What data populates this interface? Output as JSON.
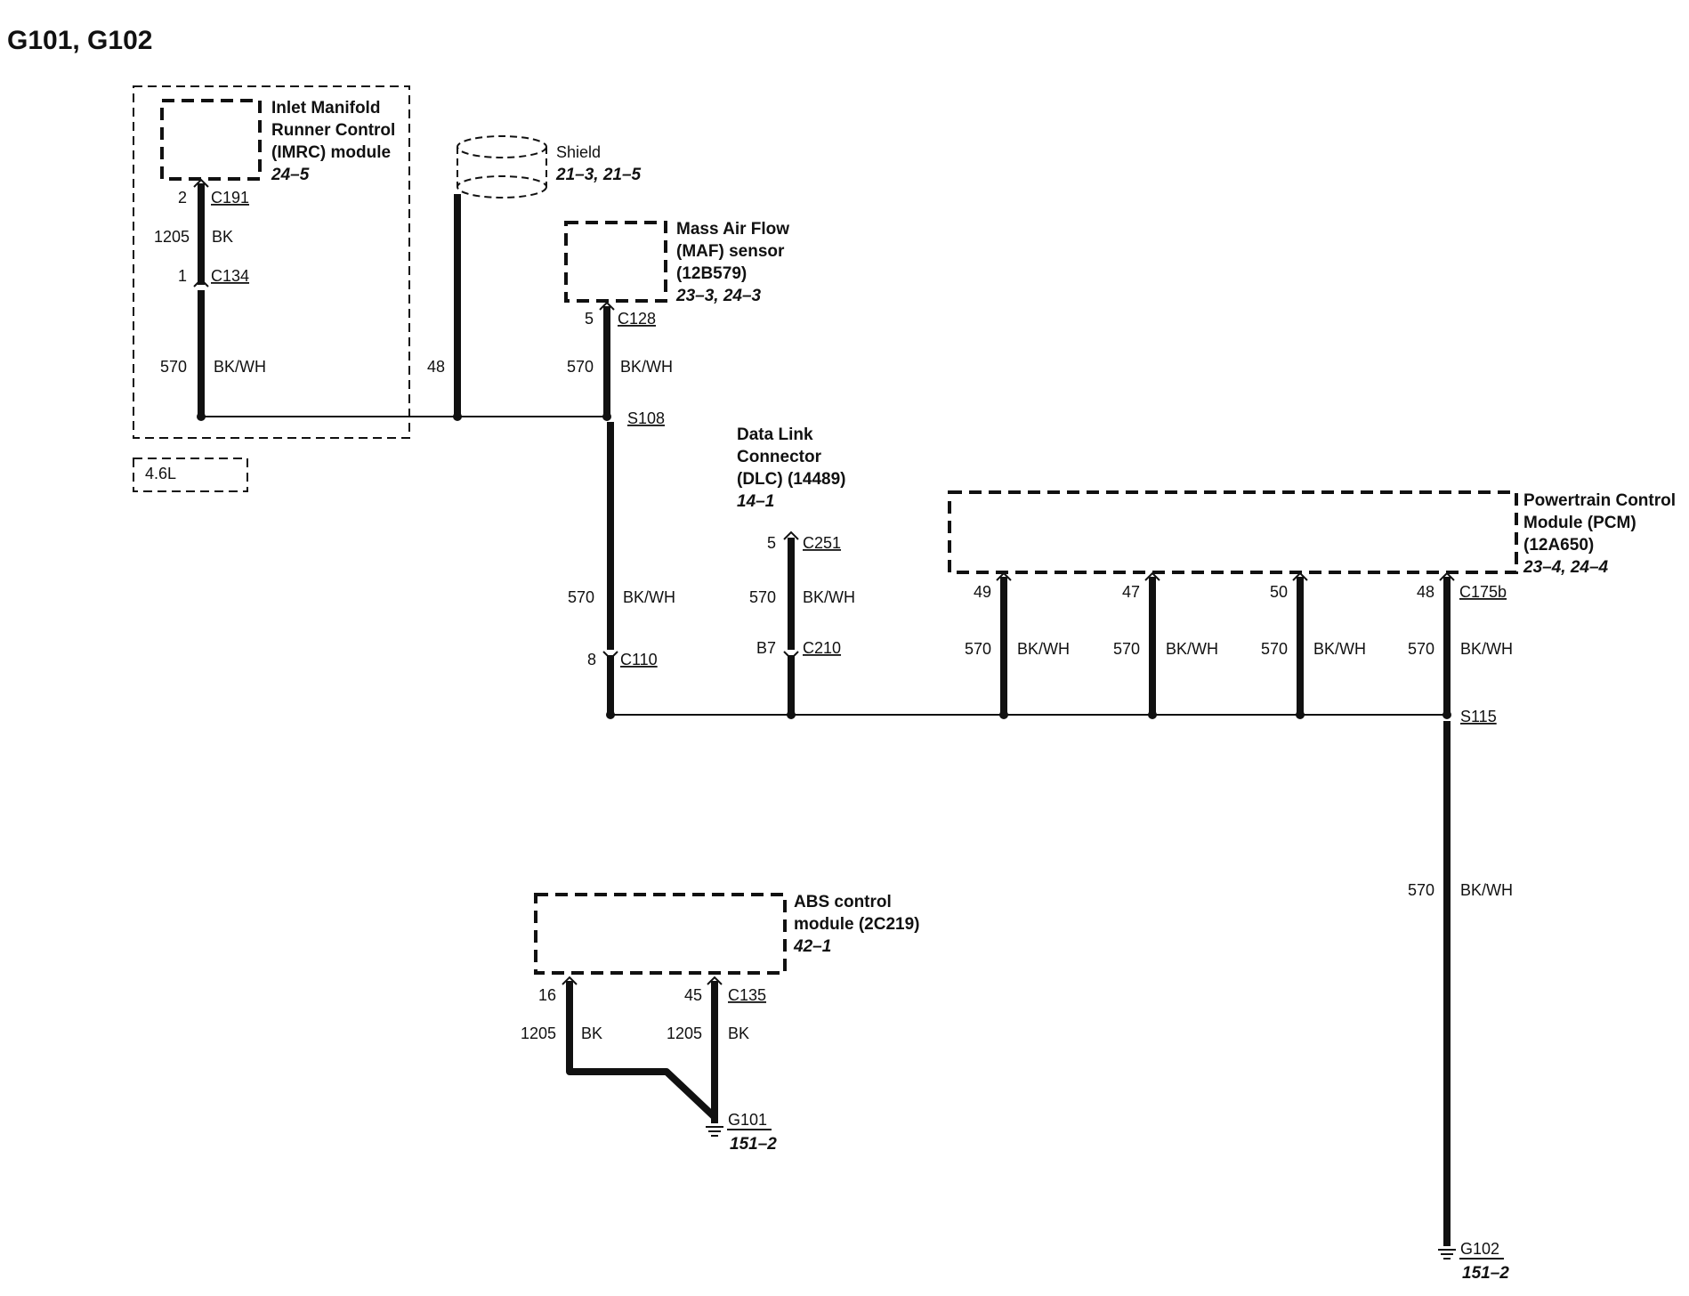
{
  "title": "G101, G102",
  "engine_box": "4.6L",
  "components": {
    "imrc": {
      "name_lines": [
        "Inlet Manifold",
        "Runner Control",
        "(IMRC) module"
      ],
      "ref": "24–5"
    },
    "shield": {
      "name": "Shield",
      "ref": "21–3, 21–5"
    },
    "maf": {
      "name_lines": [
        "Mass Air Flow",
        "(MAF) sensor",
        "(12B579)"
      ],
      "ref": "23–3, 24–3"
    },
    "dlc": {
      "name_lines": [
        "Data Link",
        "Connector",
        "(DLC) (14489)"
      ],
      "ref": "14–1"
    },
    "pcm": {
      "name_lines": [
        "Powertrain Control",
        "Module (PCM)",
        "(12A650)"
      ],
      "ref": "23–4, 24–4"
    },
    "abs": {
      "name_lines": [
        "ABS control",
        "module (2C219)"
      ],
      "ref": "42–1"
    }
  },
  "connectors": {
    "c191": {
      "pin": "2",
      "id": "C191"
    },
    "c134": {
      "pin": "1",
      "id": "C134"
    },
    "c128": {
      "pin": "5",
      "id": "C128"
    },
    "c251": {
      "pin": "5",
      "id": "C251"
    },
    "c210": {
      "pin": "B7",
      "id": "C210"
    },
    "c110": {
      "pin": "8",
      "id": "C110"
    },
    "c175b": {
      "pins": [
        "49",
        "47",
        "50",
        "48"
      ],
      "id": "C175b"
    },
    "c135": {
      "pins": [
        "16",
        "45"
      ],
      "id": "C135"
    }
  },
  "splices": {
    "s108": "S108",
    "s115": "S115"
  },
  "grounds": {
    "g101": {
      "id": "G101",
      "ref": "151–2"
    },
    "g102": {
      "id": "G102",
      "ref": "151–2"
    }
  },
  "wires": {
    "imrc_upper": {
      "circuit": "1205",
      "color": "BK"
    },
    "imrc_lower": {
      "circuit": "570",
      "color": "BK/WH"
    },
    "shield_drain": {
      "circuit": "48"
    },
    "maf": {
      "circuit": "570",
      "color": "BK/WH"
    },
    "s108_down": {
      "circuit": "570",
      "color": "BK/WH"
    },
    "dlc": {
      "circuit": "570",
      "color": "BK/WH"
    },
    "pcm_49": {
      "circuit": "570",
      "color": "BK/WH"
    },
    "pcm_47": {
      "circuit": "570",
      "color": "BK/WH"
    },
    "pcm_50": {
      "circuit": "570",
      "color": "BK/WH"
    },
    "pcm_48": {
      "circuit": "570",
      "color": "BK/WH"
    },
    "s115_down": {
      "circuit": "570",
      "color": "BK/WH"
    },
    "abs_16": {
      "circuit": "1205",
      "color": "BK"
    },
    "abs_45": {
      "circuit": "1205",
      "color": "BK"
    }
  }
}
